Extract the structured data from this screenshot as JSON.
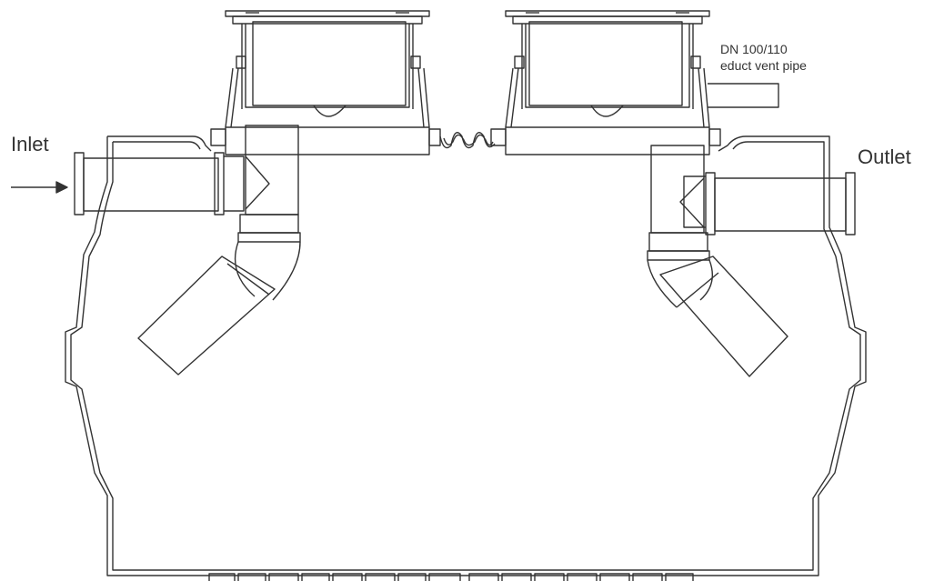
{
  "labels": {
    "inlet": "Inlet",
    "outlet": "Outlet",
    "vent_line1": "DN 100/110",
    "vent_line2": "educt vent pipe"
  },
  "colors": {
    "stroke": "#333333",
    "background": "#ffffff"
  }
}
